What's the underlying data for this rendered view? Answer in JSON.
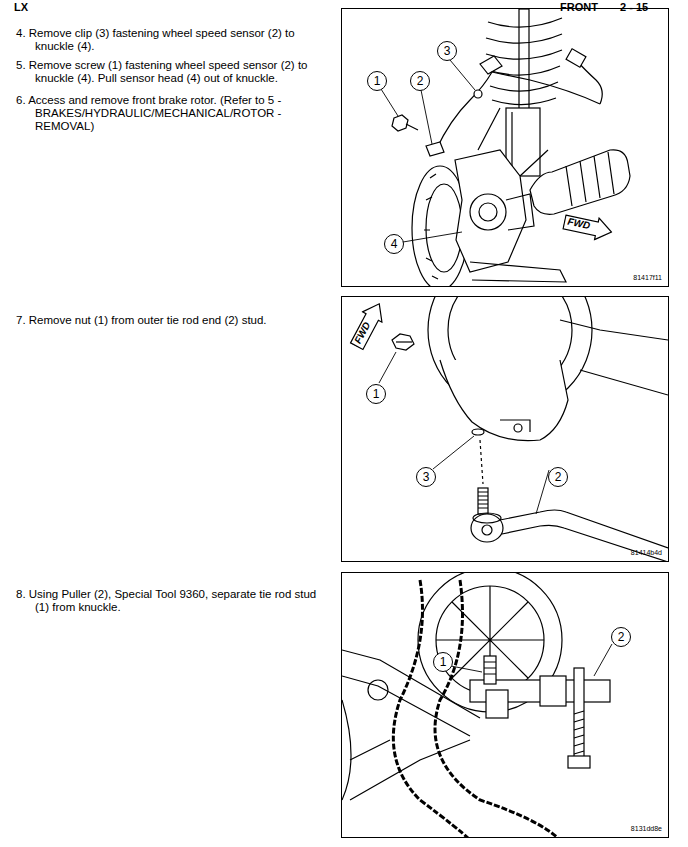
{
  "diagram": {
    "nodes": [
      {
        "text": [
          "81417f11"
        ]
      },
      {
        "text": [
          "1"
        ],
        "in": 0
      },
      {
        "text": [
          "2"
        ],
        "in": 0
      },
      {
        "text": [
          "3"
        ],
        "in": 0
      },
      {
        "text": [
          "4"
        ],
        "in": 0
      },
      {
        "text": [
          "FWD"
        ],
        "in": 0
      },
      {
        "text": [
          "81414b4d"
        ]
      },
      {
        "text": [
          "FWD"
        ],
        "in": 6
      },
      {
        "text": [
          "1"
        ],
        "in": 6
      },
      {
        "text": [
          "3"
        ],
        "in": 6
      },
      {
        "text": [
          "2"
        ],
        "in": 6
      },
      {
        "text": [
          "8131dd8e"
        ]
      },
      {
        "text": [
          "1"
        ],
        "in": 11
      },
      {
        "text": [
          "2"
        ],
        "in": 11
      }
    ],
    "labels": [
      "LX",
      "FRONT",
      "2 - 15",
      "4. Remove clip (3) fastening wheel speed sensor (2) to knuckle (4).",
      "5. Remove screw (1) fastening wheel speed sensor (2) to knuckle (4). Pull sensor head (4) out of knuckle.",
      "6. Access and remove front brake rotor. (Refer to 5 - BRAKES/HYDRAULIC/MECHANICAL/ROTOR - REMOVAL)",
      "7. Remove nut (1) from outer tie rod end (2) stud.",
      "8. Using Puller (2), Special Tool 9360, separate tie rod stud (1) from knuckle."
    ]
  }
}
